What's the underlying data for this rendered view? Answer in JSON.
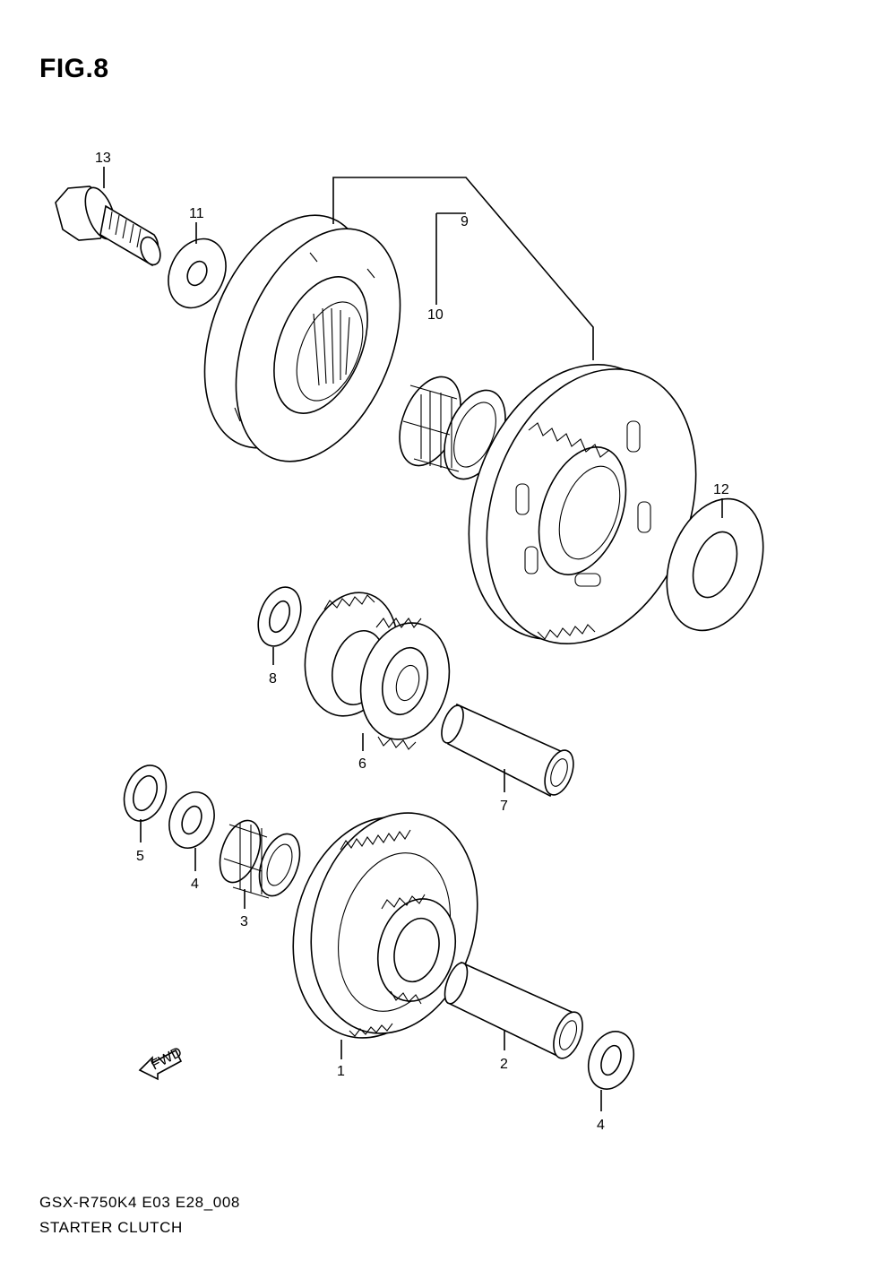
{
  "figure_title": "FIG.8",
  "footer": {
    "model_code": "GSX-R750K4  E03  E28_008",
    "section_name": "STARTER CLUTCH"
  },
  "direction_marker": "FWD",
  "callouts": {
    "p1": "1",
    "p2": "2",
    "p3": "3",
    "p4a": "4",
    "p4b": "4",
    "p5": "5",
    "p6": "6",
    "p7": "7",
    "p8": "8",
    "p9": "9",
    "p10": "10",
    "p11": "11",
    "p12": "12",
    "p13": "13"
  }
}
